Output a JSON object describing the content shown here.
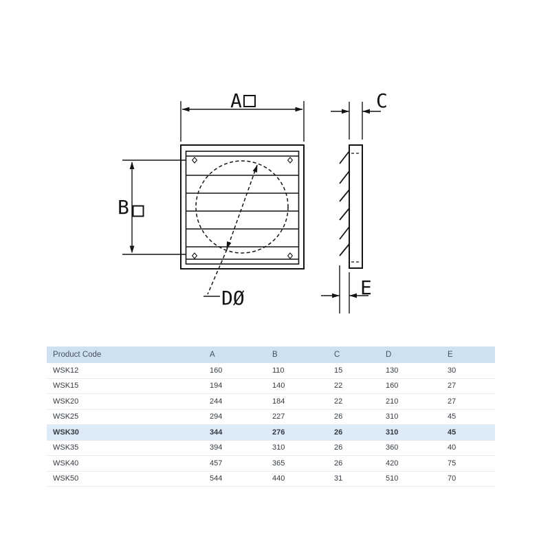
{
  "page": {
    "background": "#ffffff"
  },
  "drawing": {
    "line_color": "#141414",
    "labels": {
      "width": "A",
      "height": "B",
      "frame_thickness": "C",
      "duct_diameter": "DØ",
      "louver_depth": "E"
    }
  },
  "table": {
    "header_bg": "#cfe1f0",
    "highlight_bg": "#dcebf7",
    "columns": [
      "Product Code",
      "A",
      "B",
      "C",
      "D",
      "E"
    ],
    "rows": [
      {
        "cells": [
          "WSK12",
          "160",
          "110",
          "15",
          "130",
          "30"
        ],
        "highlighted": false
      },
      {
        "cells": [
          "WSK15",
          "194",
          "140",
          "22",
          "160",
          "27"
        ],
        "highlighted": false
      },
      {
        "cells": [
          "WSK20",
          "244",
          "184",
          "22",
          "210",
          "27"
        ],
        "highlighted": false
      },
      {
        "cells": [
          "WSK25",
          "294",
          "227",
          "26",
          "310",
          "45"
        ],
        "highlighted": false
      },
      {
        "cells": [
          "WSK30",
          "344",
          "276",
          "26",
          "310",
          "45"
        ],
        "highlighted": true
      },
      {
        "cells": [
          "WSK35",
          "394",
          "310",
          "26",
          "360",
          "40"
        ],
        "highlighted": false
      },
      {
        "cells": [
          "WSK40",
          "457",
          "365",
          "26",
          "420",
          "75"
        ],
        "highlighted": false
      },
      {
        "cells": [
          "WSK50",
          "544",
          "440",
          "31",
          "510",
          "70"
        ],
        "highlighted": false
      }
    ]
  }
}
